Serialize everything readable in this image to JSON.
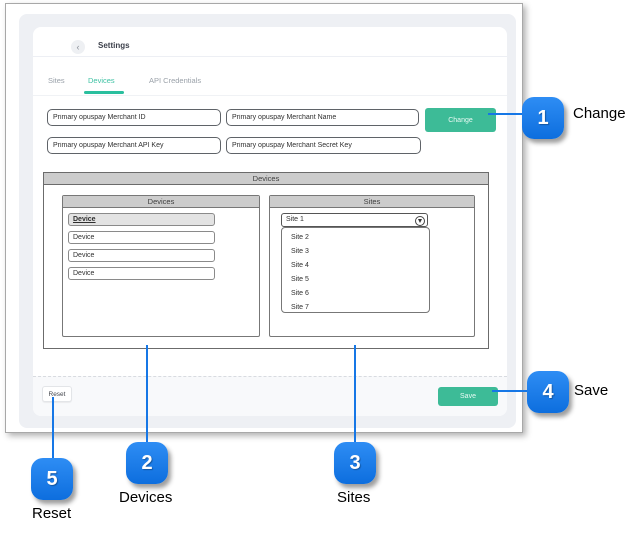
{
  "app": {
    "header": {
      "title": "Settings"
    },
    "icons": {
      "back": "‹"
    },
    "tabs": [
      {
        "label": "Sites",
        "active": false
      },
      {
        "label": "Devices",
        "active": true
      },
      {
        "label": "API Credentials",
        "active": false
      }
    ],
    "fields": {
      "merchant_id": "Primary opuspay Merchant ID",
      "merchant_name": "Primary opuspay Merchant Name",
      "merchant_api_key": "Primary opuspay Merchant API Key",
      "merchant_secret_key": "Primary opuspay Merchant Secret Key"
    },
    "buttons": {
      "change": "Change",
      "save": "Save",
      "reset": "Reset"
    },
    "devices_panel": {
      "title": "Devices",
      "columns": {
        "devices": "Devices",
        "sites": "Sites"
      },
      "devices": [
        {
          "label": "Device",
          "selected": true
        },
        {
          "label": "Device",
          "selected": false
        },
        {
          "label": "Device",
          "selected": false
        },
        {
          "label": "Device",
          "selected": false
        }
      ],
      "sites_dropdown": {
        "selected": "Site 1"
      },
      "sites_list": [
        "Site 2",
        "Site 3",
        "Site 4",
        "Site 5",
        "Site 6",
        "Site 7"
      ]
    }
  },
  "callouts": [
    {
      "number": "1",
      "label": "Change"
    },
    {
      "number": "2",
      "label": "Devices"
    },
    {
      "number": "3",
      "label": "Sites"
    },
    {
      "number": "4",
      "label": "Save"
    },
    {
      "number": "5",
      "label": "Reset"
    }
  ],
  "colors": {
    "accent_teal": "#3dbb97",
    "callout_blue": "#1677e6"
  }
}
